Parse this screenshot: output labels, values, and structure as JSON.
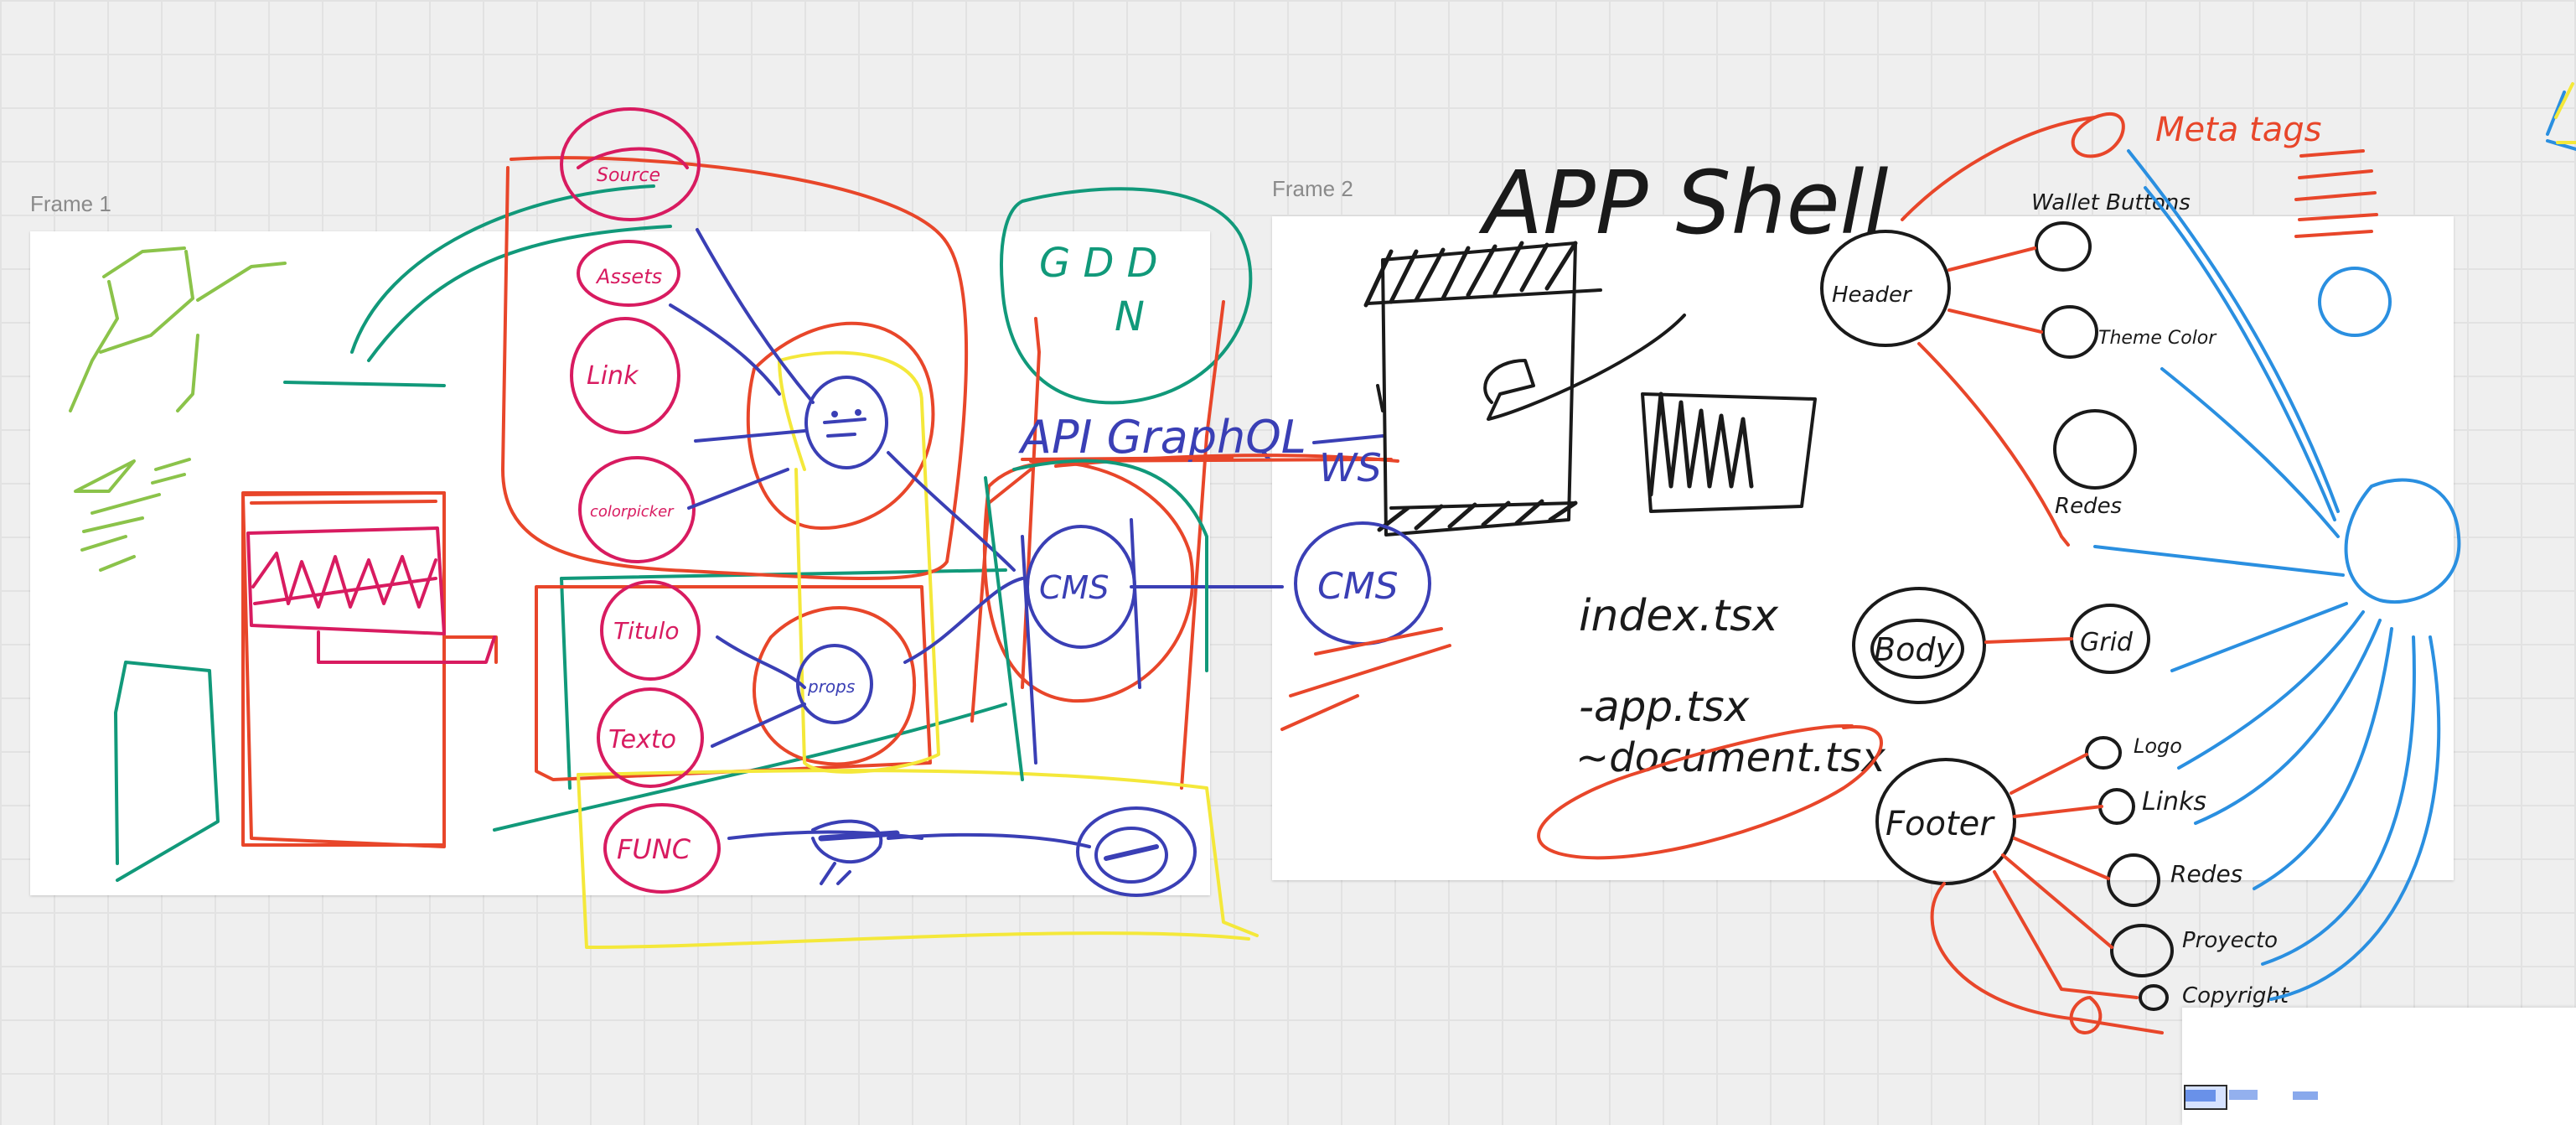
{
  "canvas": {
    "frames": [
      {
        "label": "Frame 1"
      },
      {
        "label": "Frame 2"
      }
    ]
  },
  "frame1_sketch": {
    "pink_nodes": [
      "Source",
      "Assets",
      "Link",
      "colorpicker",
      "Titulo",
      "Texto",
      "FUNC"
    ],
    "blue_nodes": [
      "props",
      "CMS"
    ],
    "green_cloud": [
      "G D D",
      "N"
    ],
    "api_label": "API GraphQL",
    "ws_label": "WS"
  },
  "frame2_sketch": {
    "title": "APP Shell",
    "cms_node": "CMS",
    "files": [
      "index.tsx",
      "-app.tsx",
      "~document.tsx"
    ],
    "nodes": [
      "Header",
      "Body",
      "Footer",
      "Grid"
    ],
    "header_children": [
      "Wallet Buttons",
      "Theme Color",
      "Redes"
    ],
    "footer_children": [
      "Logo",
      "Links",
      "Redes",
      "Proyecto",
      "Copyright"
    ],
    "side_label": "Meta tags"
  },
  "colors": {
    "canvas": "#efefef",
    "red": "#e8462a",
    "pink": "#d81b60",
    "blue": "#3a3fb5",
    "teal": "#11997a",
    "yellow": "#f4e83a",
    "lime": "#8bc34a",
    "sky": "#2a8fe0",
    "black": "#1a1a1a"
  },
  "minimap": {
    "visible": true
  }
}
